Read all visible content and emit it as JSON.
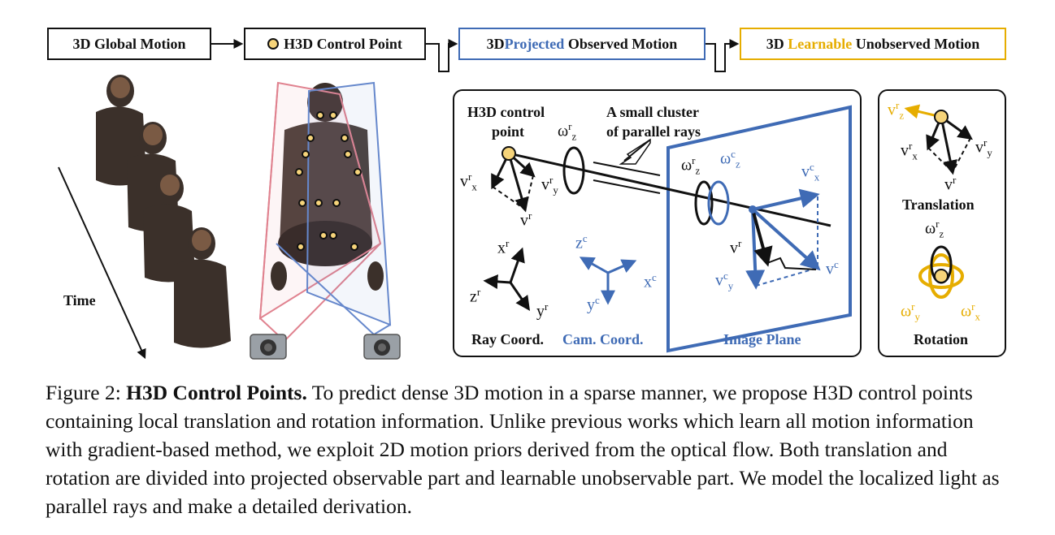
{
  "flow": {
    "box1": "3D Global Motion",
    "box2": "H3D Control Point",
    "box3_a": "3D ",
    "box3_b": "Projected",
    "box3_c": " Observed Motion",
    "box4_a": "3D ",
    "box4_b": "Learnable",
    "box4_c": " Unobserved Motion"
  },
  "left": {
    "time_label": "Time"
  },
  "middle_panel": {
    "control_point_label_1": "H3D control",
    "control_point_label_2": "point",
    "cluster_label_1": "A small cluster",
    "cluster_label_2": "of parallel rays",
    "ray_coord": "Ray Coord.",
    "cam_coord": "Cam. Coord.",
    "image_plane": "Image Plane"
  },
  "right_panel": {
    "translation": "Translation",
    "rotation": "Rotation"
  },
  "caption": {
    "prefix": "Figure 2: ",
    "title": "H3D Control Points.",
    "body": " To predict dense 3D motion in a sparse manner, we propose H3D control points containing local translation and rotation information. Unlike previous works which learn all motion information with gradient-based method, we exploit 2D motion priors derived from the optical flow. Both translation and rotation are divided into projected observable part and learnable unobservable part. We model the localized light as parallel rays and make a detailed derivation."
  },
  "colors": {
    "blue": "#3f6bb5",
    "gold": "#e6ad00",
    "pink": "#e0828f",
    "control_point": "#f6d47a"
  }
}
